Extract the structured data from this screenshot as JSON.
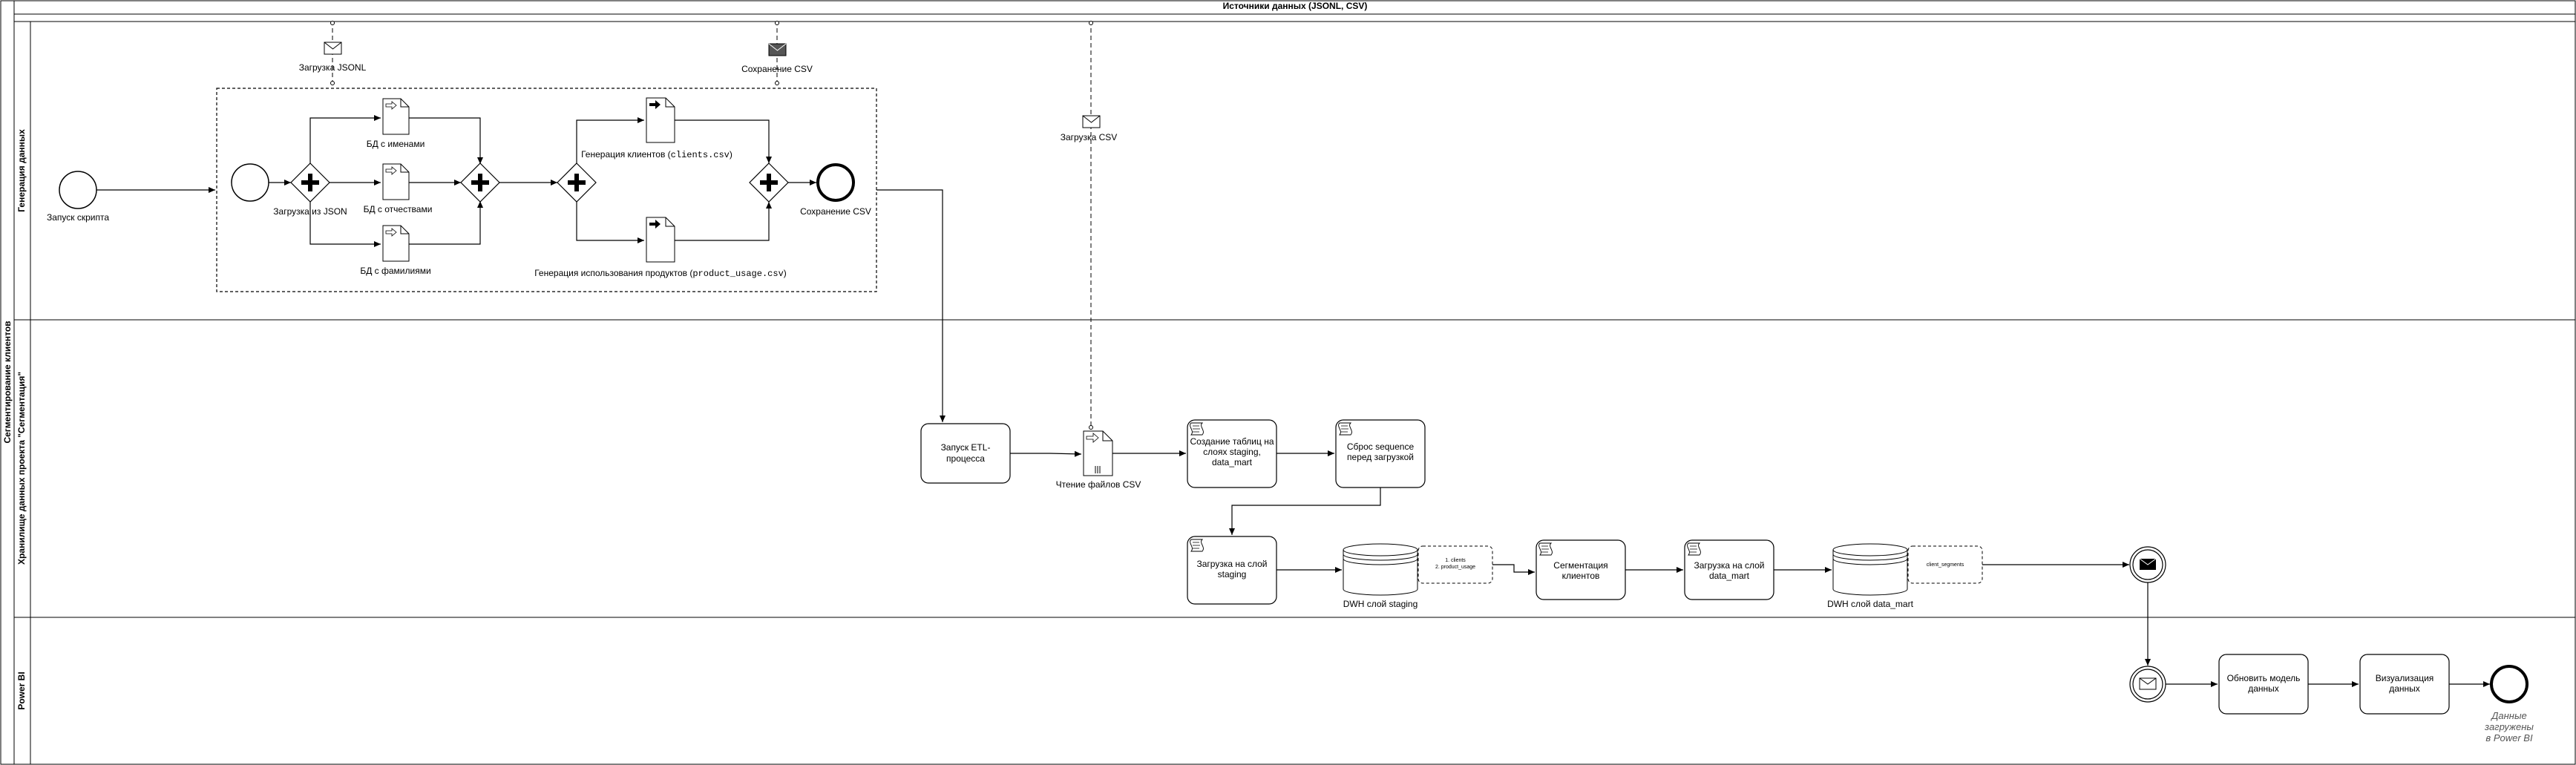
{
  "pool": {
    "title": "Сегментирование клиентов",
    "header": "Источники данных (JSONL, CSV)"
  },
  "lanes": {
    "generation": "Генерация данных",
    "dwh": "Хранилище данных проекта \"Сегментация\"",
    "powerbi": "Power BI"
  },
  "generation": {
    "script_start": "Запуск скрипта",
    "load_jsonl_msg": "Загрузка JSONL",
    "save_csv_msg": "Сохранение CSV",
    "load_from_json": "Загрузка из JSON",
    "db_names": "БД с именами",
    "db_patronymics": "БД с отчествами",
    "db_surnames": "БД с фамилиями",
    "gen_clients_prefix": "Генерация клиентов (",
    "gen_clients_file": "clients.csv",
    "gen_usage_prefix": "Генерация использования продуктов (",
    "gen_usage_file": "product_usage.csv",
    "close_paren": ")",
    "save_csv_end": "Сохранение CSV"
  },
  "dwh": {
    "load_csv_msg": "Загрузка CSV",
    "etl_start_line1": "Запуск ETL-",
    "etl_start_line2": "процесса",
    "read_csv": "Чтение файлов CSV",
    "create_tables_line1": "Создание таблиц на",
    "create_tables_line2": "слоях staging,",
    "create_tables_line3": "data_mart",
    "reset_seq_line1": "Сброс sequence",
    "reset_seq_line2": "перед загрузкой",
    "load_staging_line1": "Загрузка на слой",
    "load_staging_line2": "staging",
    "dwh_staging": "DWH слой staging",
    "staging_note_line1": "1. clients",
    "staging_note_line2": "2. product_usage",
    "segmentation_line1": "Сегментация",
    "segmentation_line2": "клиентов",
    "load_datamart_line1": "Загрузка на слой",
    "load_datamart_line2": "data_mart",
    "dwh_datamart": "DWH слой data_mart",
    "datamart_note": "client_segments"
  },
  "powerbi": {
    "update_model_line1": "Обновить модель",
    "update_model_line2": "данных",
    "visualize_line1": "Визуализация",
    "visualize_line2": "данных",
    "end_line1": "Данные",
    "end_line2": "загружены",
    "end_line3": "в Power BI"
  }
}
